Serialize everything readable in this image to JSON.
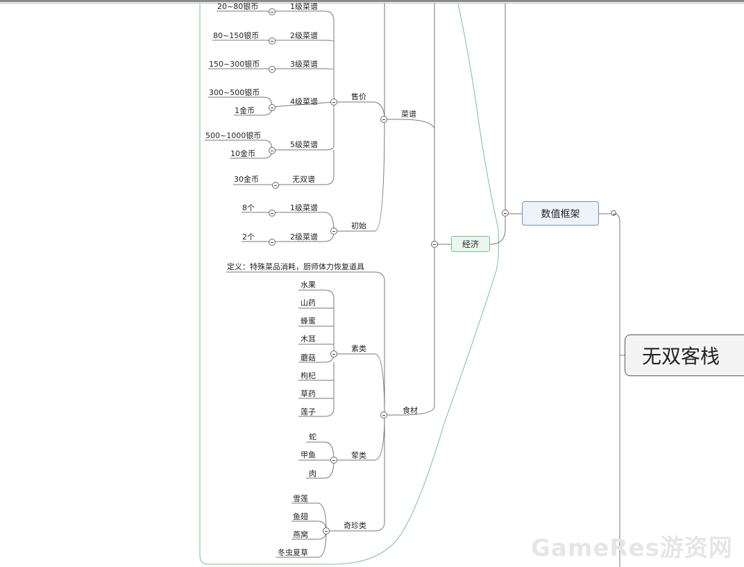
{
  "root": "无双客栈",
  "framework": "数值框架",
  "economy": "经济",
  "recipe": "菜谱",
  "sell_price": "售价",
  "initial": "初始",
  "ingredients": "食材",
  "veg": "素类",
  "meat": "荤类",
  "rare": "奇珍类",
  "definition": "定义：特殊菜品消耗，厨师体力恢复道具",
  "price_levels": [
    "1级菜谱",
    "2级菜谱",
    "3级菜谱",
    "4级菜谱",
    "5级菜谱",
    "无双谱"
  ],
  "prices": [
    "20~80银币",
    "80~150银币",
    "150~300银币",
    "300~500银币",
    "1金币",
    "500~1000银币",
    "10金币",
    "30金币"
  ],
  "initial_levels": [
    "1级菜谱",
    "2级菜谱"
  ],
  "initial_counts": [
    "8个",
    "2个"
  ],
  "veg_items": [
    "水果",
    "山药",
    "蜂蜜",
    "木耳",
    "蘑菇",
    "枸杞",
    "草药",
    "莲子"
  ],
  "meat_items": [
    "蛇",
    "甲鱼",
    "肉"
  ],
  "rare_items": [
    "雪莲",
    "鱼翅",
    "燕窝",
    "冬虫夏草"
  ],
  "watermark": "GameRes游资网"
}
